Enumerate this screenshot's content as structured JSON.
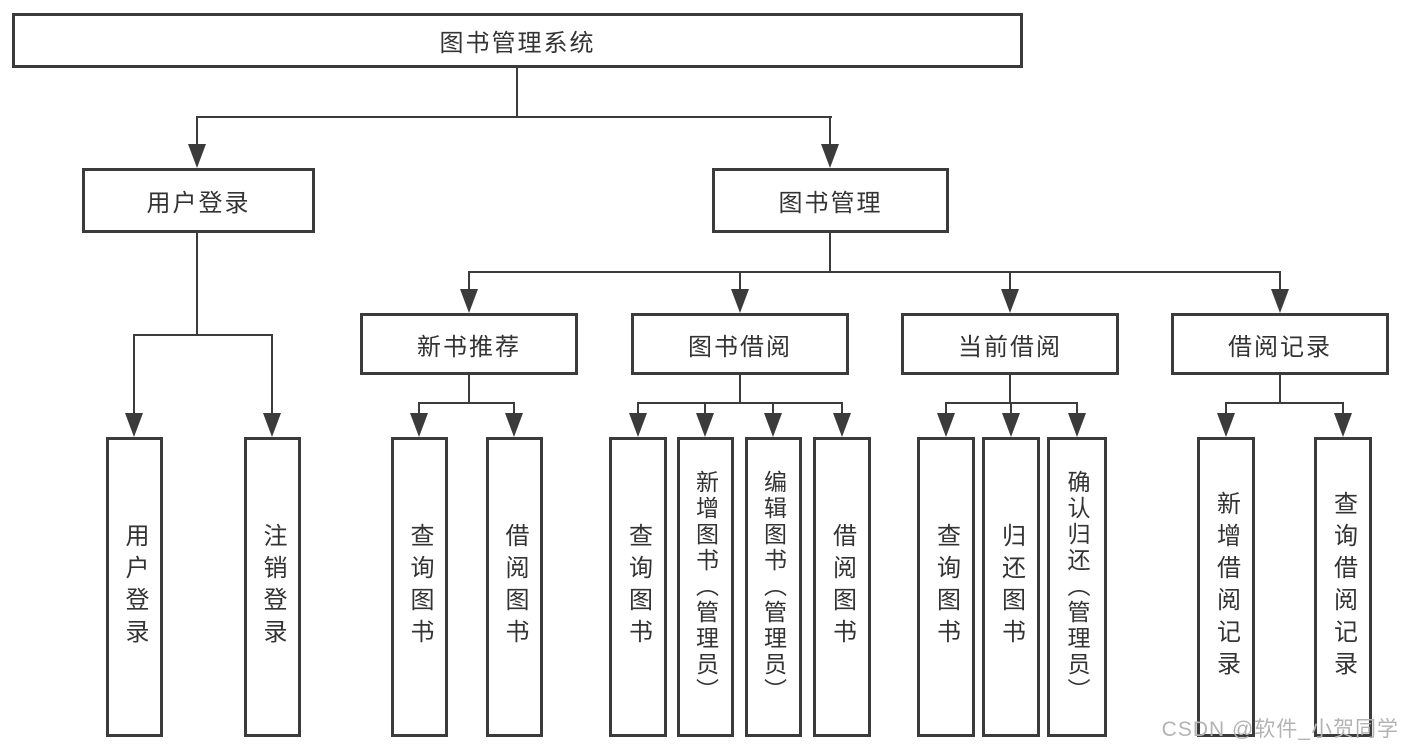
{
  "diagram": {
    "title": "图书管理系统",
    "branches": [
      {
        "label": "用户登录",
        "children": [
          "用户登录",
          "注销登录"
        ]
      },
      {
        "label": "图书管理"
      }
    ],
    "modules": [
      {
        "label": "新书推荐",
        "children": [
          "查询图书",
          "借阅图书"
        ]
      },
      {
        "label": "图书借阅",
        "children": [
          "查询图书",
          "新增图书（管理员）",
          "编辑图书（管理员）",
          "借阅图书"
        ]
      },
      {
        "label": "当前借阅",
        "children": [
          "查询图书",
          "归还图书",
          "确认归还（管理员）"
        ]
      },
      {
        "label": "借阅记录",
        "children": [
          "新增借阅记录",
          "查询借阅记录"
        ]
      }
    ],
    "watermark": "CSDN @软件_小贺同学",
    "colors": {
      "line": "#3b3b3b",
      "text": "#333333",
      "watermark": "#b3b3b3",
      "background": "#ffffff"
    }
  }
}
